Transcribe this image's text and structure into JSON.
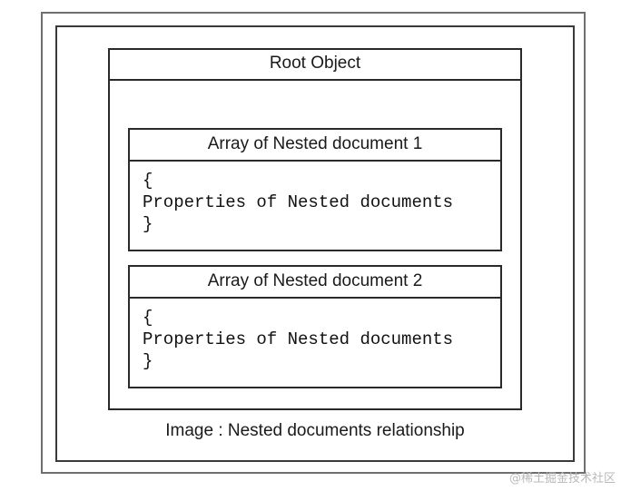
{
  "diagram": {
    "root_title": "Root Object",
    "nested": [
      {
        "title": "Array of Nested document 1",
        "open_brace": "{",
        "body": "Properties of Nested documents",
        "close_brace": "}"
      },
      {
        "title": "Array of Nested document 2",
        "open_brace": "{",
        "body": "Properties of Nested documents",
        "close_brace": "}"
      }
    ],
    "caption": "Image : Nested documents relationship"
  },
  "watermark": "@稀土掘金技术社区"
}
